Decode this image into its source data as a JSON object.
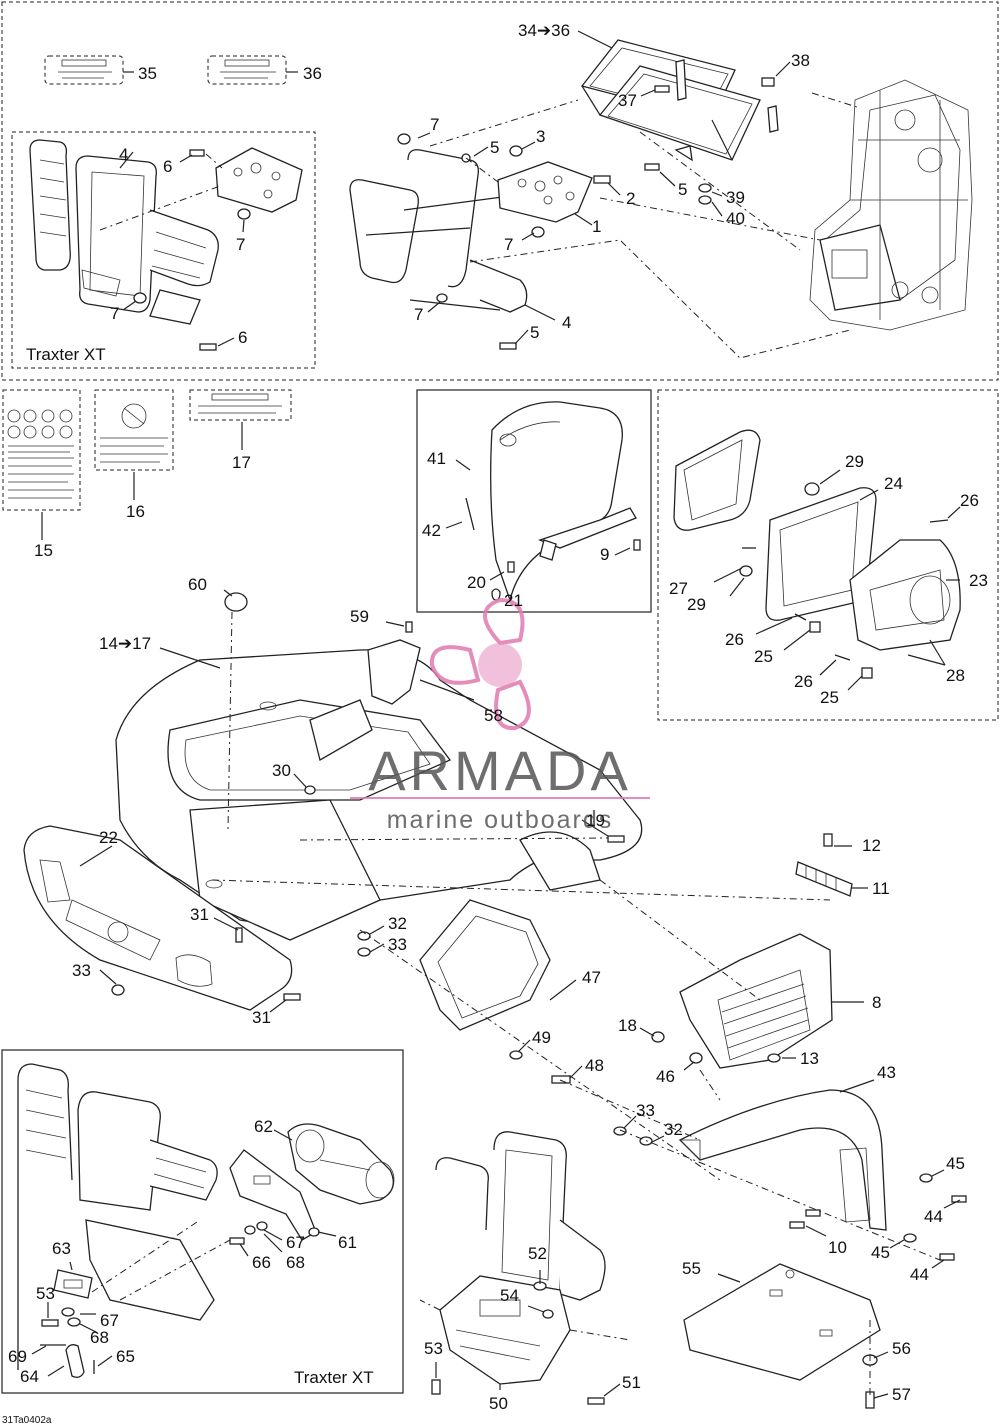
{
  "sections": {
    "top_inset_caption": "Traxter XT",
    "bottom_inset_caption": "Traxter XT"
  },
  "drawing_code": "31Ta0402a",
  "watermark": {
    "brand": "ARMADA",
    "tagline": "marine outboards",
    "accent_color": "#e07ab0"
  },
  "callouts": [
    "34➔36",
    "35",
    "36",
    "37",
    "38",
    "39",
    "40",
    "1",
    "2",
    "3",
    "4",
    "5",
    "6",
    "7",
    "14➔17",
    "15",
    "16",
    "17",
    "41",
    "42",
    "9",
    "20",
    "21",
    "29",
    "24",
    "26",
    "27",
    "23",
    "25",
    "28",
    "60",
    "59",
    "58",
    "30",
    "19",
    "22",
    "31",
    "32",
    "33",
    "12",
    "11",
    "47",
    "8",
    "18",
    "49",
    "48",
    "46",
    "13",
    "43",
    "45",
    "44",
    "10",
    "62",
    "63",
    "61",
    "67",
    "68",
    "66",
    "53",
    "69",
    "64",
    "65",
    "52",
    "54",
    "50",
    "51",
    "55",
    "56",
    "57"
  ],
  "callout_labels": {
    "c34": "34➔36",
    "c35": "35",
    "c36": "36",
    "c37": "37",
    "c38": "38",
    "c39": "39",
    "c40": "40",
    "c1": "1",
    "c2": "2",
    "c3": "3",
    "c4a": "4",
    "c4b": "4",
    "c5a": "5",
    "c5b": "5",
    "c5c": "5",
    "c6a": "6",
    "c6b": "6",
    "c7a": "7",
    "c7b": "7",
    "c7c": "7",
    "c7d": "7",
    "c7e": "7",
    "c14": "14➔17",
    "c15": "15",
    "c16": "16",
    "c17": "17",
    "c41": "41",
    "c42": "42",
    "c9": "9",
    "c20": "20",
    "c21": "21",
    "c29a": "29",
    "c29b": "29",
    "c24": "24",
    "c26a": "26",
    "c26b": "26",
    "c26c": "26",
    "c27": "27",
    "c23": "23",
    "c25a": "25",
    "c25b": "25",
    "c28": "28",
    "c60": "60",
    "c59": "59",
    "c58": "58",
    "c30": "30",
    "c19": "19",
    "c22": "22",
    "c31a": "31",
    "c31b": "31",
    "c32a": "32",
    "c33a": "33",
    "c33b": "33",
    "c12": "12",
    "c11": "11",
    "c47": "47",
    "c8": "8",
    "c18": "18",
    "c49": "49",
    "c48": "48",
    "c46": "46",
    "c13": "13",
    "c43": "43",
    "c33c": "33",
    "c32b": "32",
    "c45a": "45",
    "c44a": "44",
    "c10": "10",
    "c45b": "45",
    "c44b": "44",
    "c62": "62",
    "c63": "63",
    "c61": "61",
    "c67a": "67",
    "c68a": "68",
    "c66": "66",
    "c53a": "53",
    "c67b": "67",
    "c68b": "68",
    "c69": "69",
    "c64": "64",
    "c65": "65",
    "c52": "52",
    "c54": "54",
    "c53b": "53",
    "c50": "50",
    "c51": "51",
    "c55": "55",
    "c56": "56",
    "c57": "57"
  }
}
